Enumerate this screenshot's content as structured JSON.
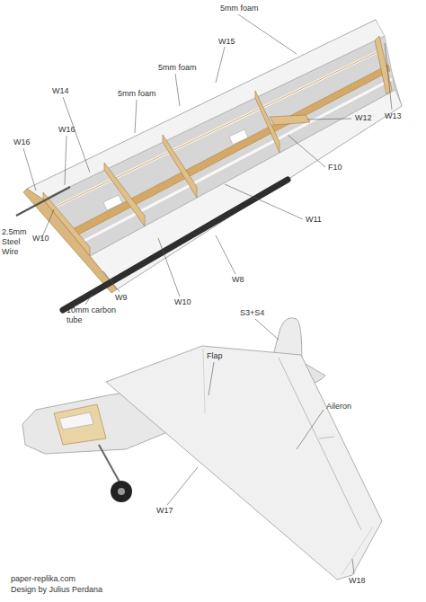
{
  "diagram": {
    "labels": [
      "5mm foam",
      "W15",
      "5mm foam",
      "5mm foam",
      "W14",
      "W16",
      "W16",
      "W13",
      "W12",
      "F10",
      "W11",
      "2.5mm Steel Wire",
      "W10",
      "W9",
      "W10",
      "W8",
      "10mm carbon tube",
      "S3+S4",
      "Flap",
      "Aileron",
      "W17",
      "W18",
      "paper-replika.com",
      "Design by Julius Perdana"
    ]
  }
}
